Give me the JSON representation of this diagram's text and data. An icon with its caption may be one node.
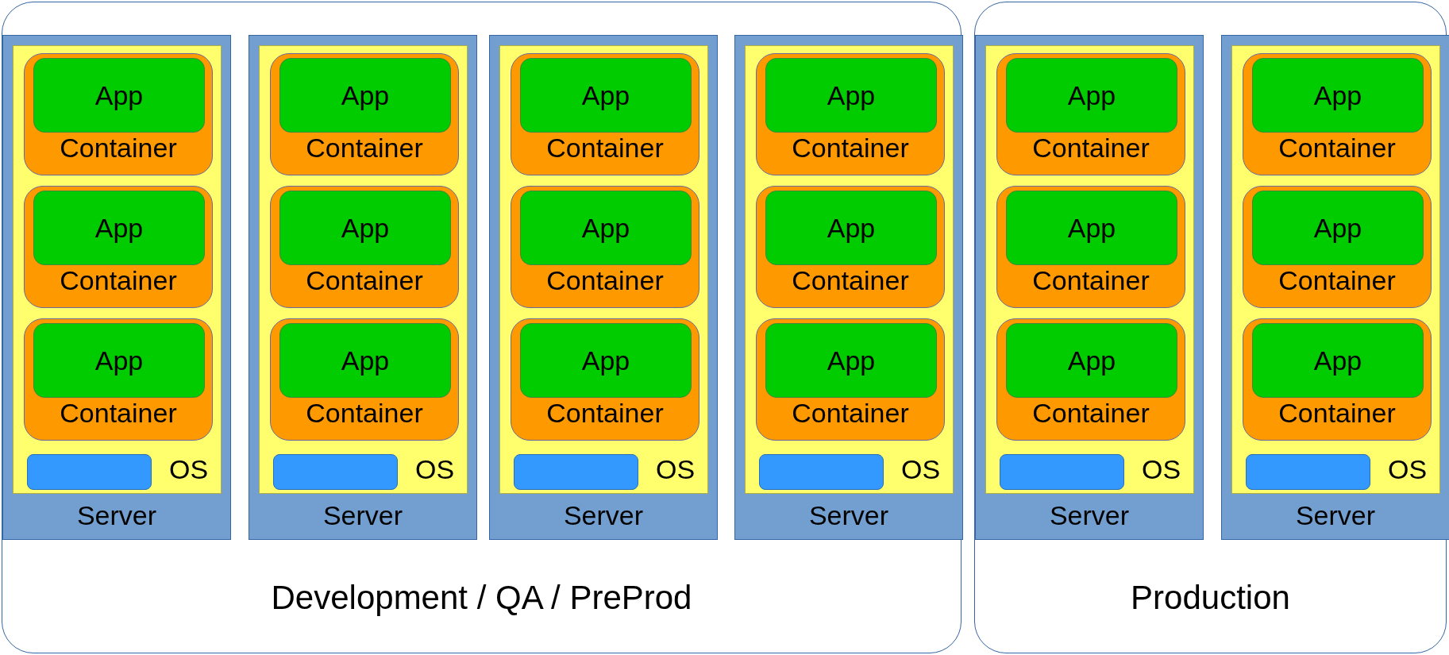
{
  "diagram": {
    "nodes": [
      {
        "text": [
          "Development / QA / PreProd"
        ]
      },
      {
        "text": [
          "Server"
        ],
        "in": 0
      },
      {
        "text": [
          "OS"
        ],
        "in": 1
      },
      {
        "text": [
          "Container"
        ],
        "in": 2
      },
      {
        "text": [
          "App"
        ],
        "in": 3
      },
      {
        "text": [
          "Container"
        ],
        "in": 2
      },
      {
        "text": [
          "App"
        ],
        "in": 5
      },
      {
        "text": [
          "Container"
        ],
        "in": 2
      },
      {
        "text": [
          "App"
        ],
        "in": 7
      },
      {
        "text": [],
        "shape": "box",
        "in": 2
      },
      {
        "text": [
          "Server"
        ],
        "in": 0
      },
      {
        "text": [
          "OS"
        ],
        "in": 10
      },
      {
        "text": [
          "Container"
        ],
        "in": 11
      },
      {
        "text": [
          "App"
        ],
        "in": 12
      },
      {
        "text": [
          "Container"
        ],
        "in": 11
      },
      {
        "text": [
          "App"
        ],
        "in": 14
      },
      {
        "text": [
          "Container"
        ],
        "in": 11
      },
      {
        "text": [
          "App"
        ],
        "in": 16
      },
      {
        "text": [],
        "shape": "box",
        "in": 11
      },
      {
        "text": [
          "Server"
        ],
        "in": 0
      },
      {
        "text": [
          "OS"
        ],
        "in": 19
      },
      {
        "text": [
          "Container"
        ],
        "in": 20
      },
      {
        "text": [
          "App"
        ],
        "in": 21
      },
      {
        "text": [
          "Container"
        ],
        "in": 20
      },
      {
        "text": [
          "App"
        ],
        "in": 23
      },
      {
        "text": [
          "Container"
        ],
        "in": 20
      },
      {
        "text": [
          "App"
        ],
        "in": 25
      },
      {
        "text": [],
        "shape": "box",
        "in": 20
      },
      {
        "text": [
          "Server"
        ],
        "in": 0
      },
      {
        "text": [
          "OS"
        ],
        "in": 28
      },
      {
        "text": [
          "Container"
        ],
        "in": 29
      },
      {
        "text": [
          "App"
        ],
        "in": 30
      },
      {
        "text": [
          "Container"
        ],
        "in": 29
      },
      {
        "text": [
          "App"
        ],
        "in": 32
      },
      {
        "text": [
          "Container"
        ],
        "in": 29
      },
      {
        "text": [
          "App"
        ],
        "in": 34
      },
      {
        "text": [],
        "shape": "box",
        "in": 29
      },
      {
        "text": [
          "Production"
        ]
      },
      {
        "text": [
          "Server"
        ],
        "in": 37
      },
      {
        "text": [
          "OS"
        ],
        "in": 38
      },
      {
        "text": [
          "Container"
        ],
        "in": 39
      },
      {
        "text": [
          "App"
        ],
        "in": 40
      },
      {
        "text": [
          "Container"
        ],
        "in": 39
      },
      {
        "text": [
          "App"
        ],
        "in": 42
      },
      {
        "text": [
          "Container"
        ],
        "in": 39
      },
      {
        "text": [
          "App"
        ],
        "in": 44
      },
      {
        "text": [],
        "shape": "box",
        "in": 39
      },
      {
        "text": [
          "Server"
        ],
        "in": 37
      },
      {
        "text": [
          "OS"
        ],
        "in": 47
      },
      {
        "text": [
          "Container"
        ],
        "in": 48
      },
      {
        "text": [
          "App"
        ],
        "in": 49
      },
      {
        "text": [
          "Container"
        ],
        "in": 48
      },
      {
        "text": [
          "App"
        ],
        "in": 51
      },
      {
        "text": [
          "Container"
        ],
        "in": 48
      },
      {
        "text": [
          "App"
        ],
        "in": 53
      },
      {
        "text": [],
        "shape": "box",
        "in": 48
      }
    ]
  }
}
